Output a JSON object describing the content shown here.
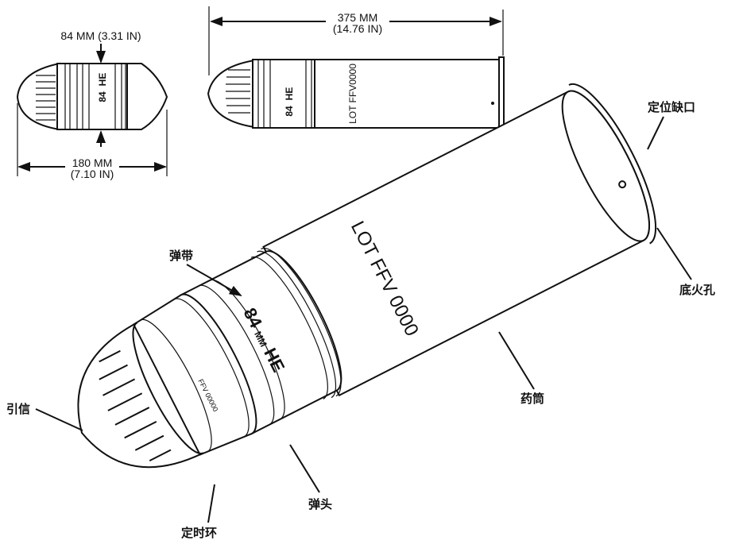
{
  "dimensions": {
    "diameter": "84 MM (3.31 IN)",
    "projectile_length_mm": "180 MM",
    "projectile_length_in": "(7.10 IN)",
    "cartridge_length_mm": "375 MM",
    "cartridge_length_in": "(14.76 IN)"
  },
  "markings": {
    "caliber": "84",
    "caliber_unit": "MM",
    "type": "HE",
    "lot": "LOT FFV 0000",
    "lot_small": "LOT FFV0000",
    "ring_text": "FFV 00000"
  },
  "labels": {
    "locating_notch": "定位缺口",
    "primer_hole": "底火孔",
    "rotating_band": "弹带",
    "cartridge_case": "药筒",
    "fuze": "引信",
    "projectile": "弹头",
    "timing_ring": "定时环"
  }
}
